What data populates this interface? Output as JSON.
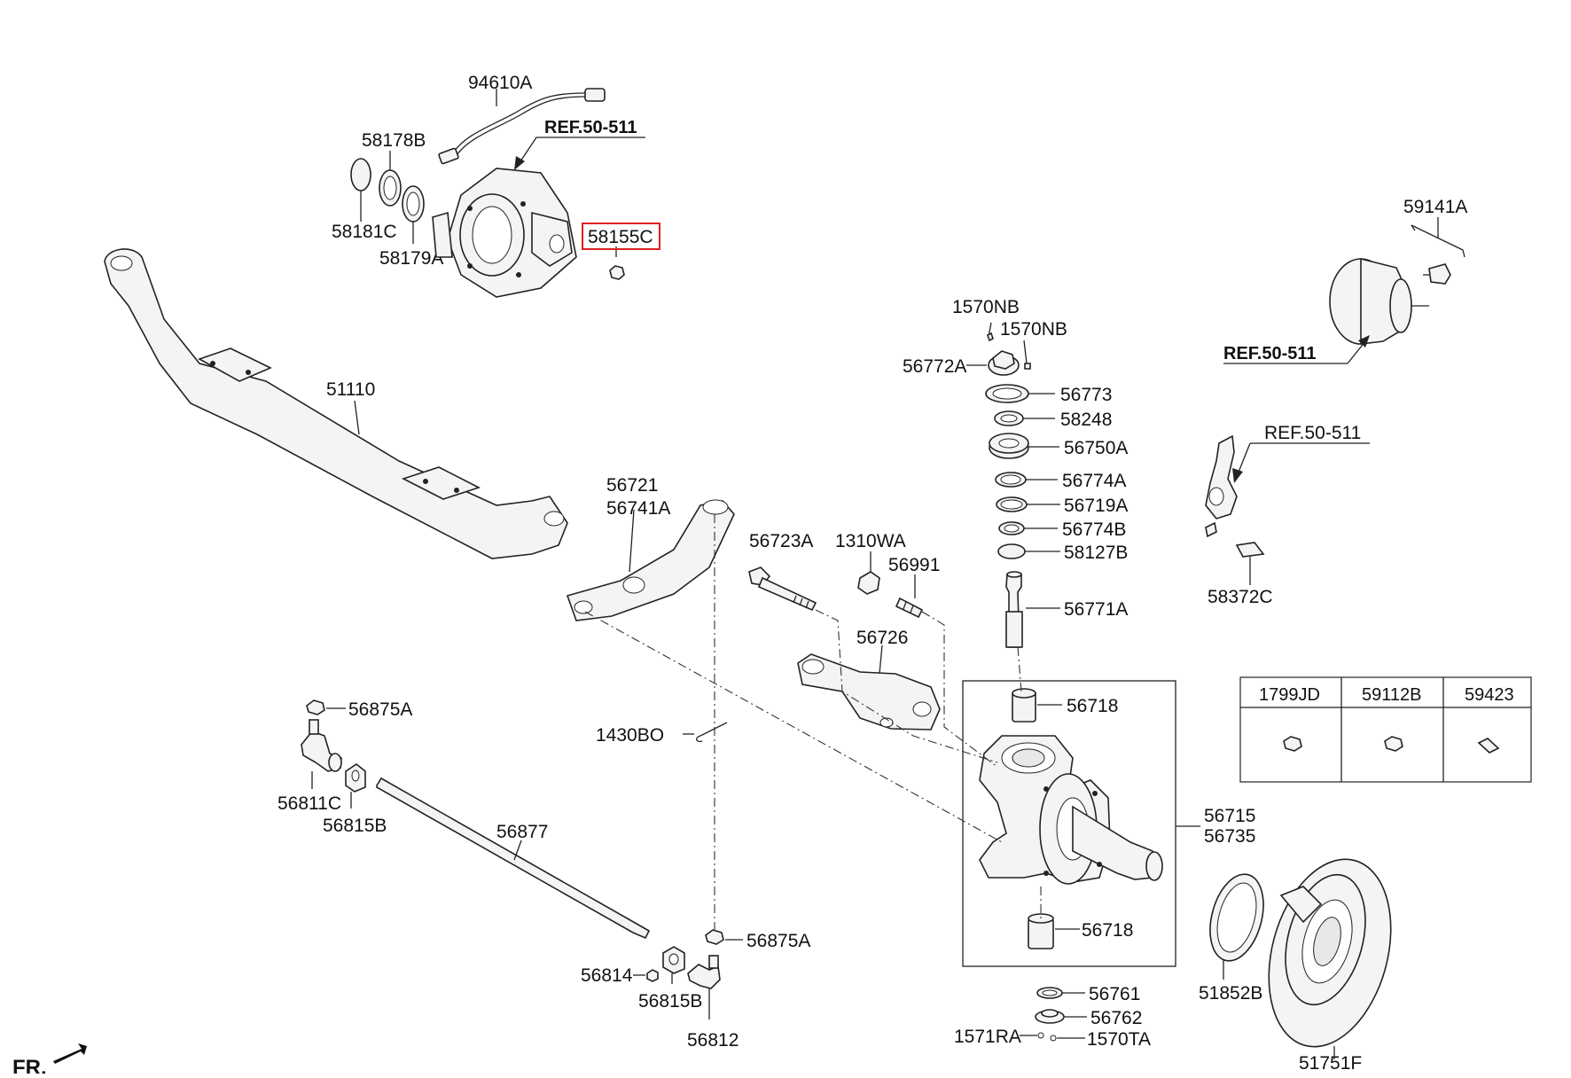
{
  "diagram": {
    "labels": {
      "p94610A": "94610A",
      "p58178B": "58178B",
      "p58181C": "58181C",
      "p58179A": "58179A",
      "p58155C": "58155C",
      "p51110": "51110",
      "p56721": "56721",
      "p56741A": "56741A",
      "p56723A": "56723A",
      "p1310WA": "1310WA",
      "p56991": "56991",
      "p56726": "56726",
      "p1570NB_1": "1570NB",
      "p1570NB_2": "1570NB",
      "p56772A": "56772A",
      "p56773": "56773",
      "p58248": "58248",
      "p56750A": "56750A",
      "p56774A": "56774A",
      "p56719A": "56719A",
      "p56774B": "56774B",
      "p58127B": "58127B",
      "p56771A": "56771A",
      "p56718_top": "56718",
      "p56718_bot": "56718",
      "p56715": "56715",
      "p56735": "56735",
      "p59141A": "59141A",
      "p58372C": "58372C",
      "p56875A_1": "56875A",
      "p56875A_2": "56875A",
      "p56811C": "56811C",
      "p56815B_1": "56815B",
      "p56815B_2": "56815B",
      "p56877": "56877",
      "p1430BO": "1430BO",
      "p56814": "56814",
      "p56812": "56812",
      "p56761": "56761",
      "p56762": "56762",
      "p1571RA": "1571RA",
      "p1570TA": "1570TA",
      "p51852B": "51852B",
      "p51751F": "51751F"
    },
    "refs": {
      "ref_top": "REF.50-511",
      "ref_right": "REF.50-511",
      "ref_mid": "REF.50-511"
    },
    "legend_table": {
      "headers": [
        "1799JD",
        "59112B",
        "59423"
      ]
    },
    "front_marker": "FR.",
    "highlight_color": "#e02020"
  }
}
